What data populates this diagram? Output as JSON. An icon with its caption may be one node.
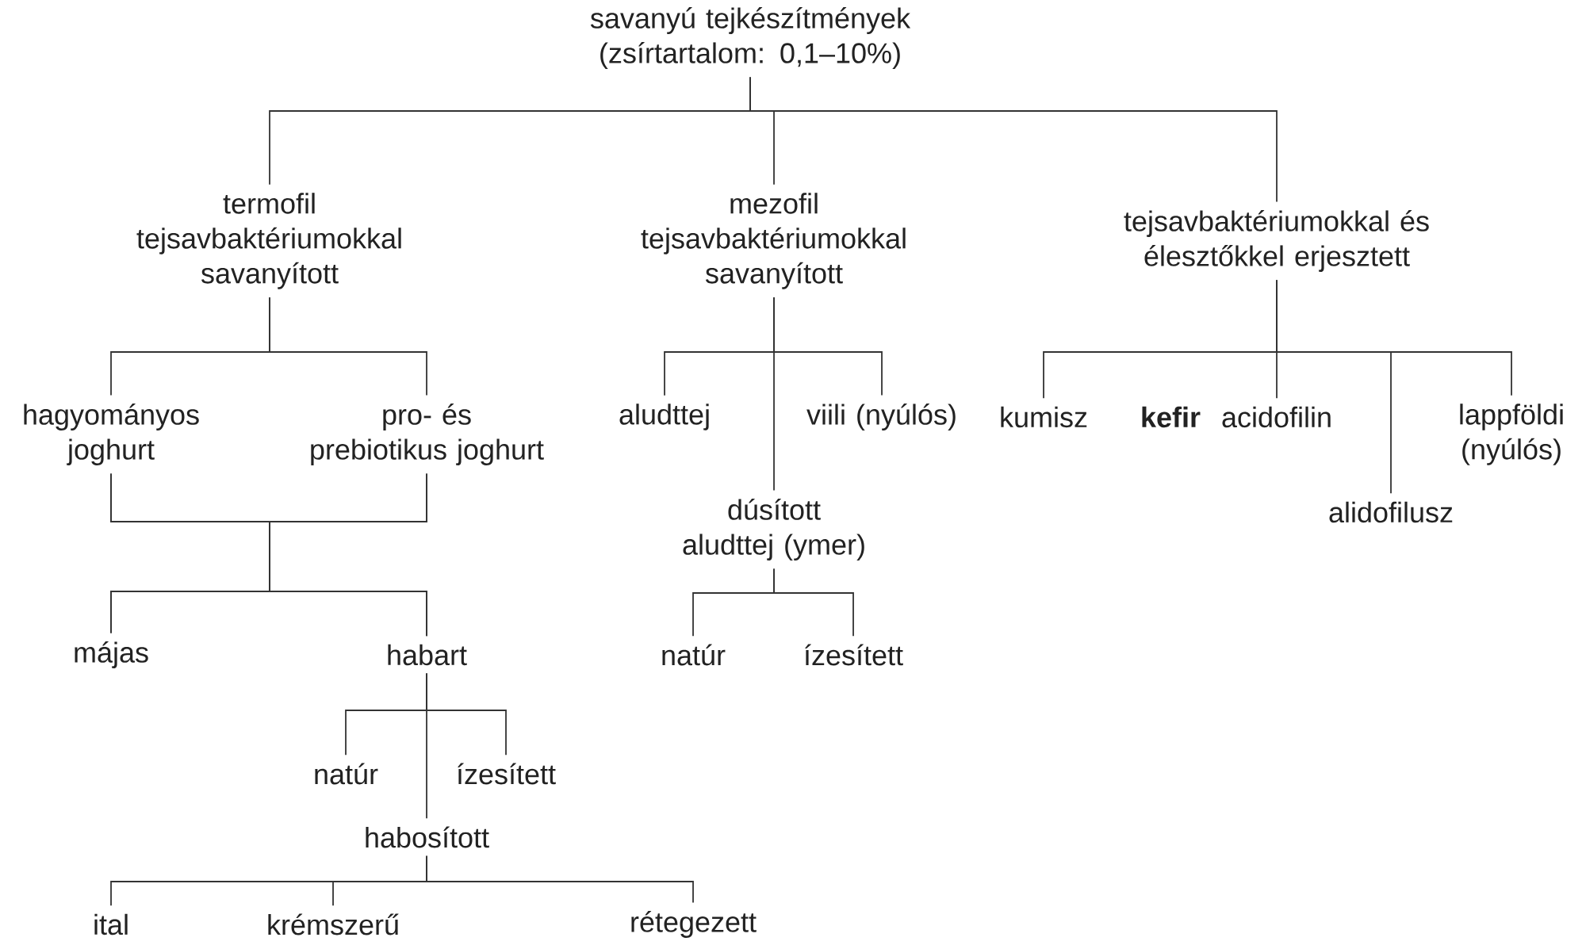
{
  "diagram": {
    "nodes": [
      {
        "text": [
          "savanyú tejkészítmények (zsírtartalom: 0,1–10%)"
        ]
      },
      {
        "text": [
          "termofil tejsavbaktériumokkal savanyított"
        ]
      },
      {
        "text": [
          "mezofil tejsavbaktériumokkal savanyított"
        ]
      },
      {
        "text": [
          "tejsavbaktériumokkal és élesztőkkel erjesztett"
        ]
      },
      {
        "text": [
          "hagyományos joghurt"
        ]
      },
      {
        "text": [
          "pro- és prebiotikus joghurt"
        ]
      },
      {
        "text": [
          "aludttej"
        ]
      },
      {
        "text": [
          "viili (nyúlós)"
        ]
      },
      {
        "text": [
          "kumisz"
        ]
      },
      {
        "text": [
          "acidofilin"
        ]
      },
      {
        "text": [
          "lappföldi (nyúlós)"
        ]
      },
      {
        "text": [
          "dúsított aludttej (ymer)"
        ]
      },
      {
        "text": [
          "alidofilusz"
        ]
      },
      {
        "text": [
          "májas"
        ]
      },
      {
        "text": [
          "habart"
        ]
      },
      {
        "text": [
          "natúr"
        ]
      },
      {
        "text": [
          "ízesített"
        ]
      },
      {
        "text": [
          "natúr"
        ]
      },
      {
        "text": [
          "ízesített"
        ]
      },
      {
        "text": [
          "habosított"
        ]
      },
      {
        "text": [
          "ital"
        ]
      },
      {
        "text": [
          "krémszerű"
        ]
      },
      {
        "text": [
          "rétegezett"
        ]
      }
    ],
    "edges": [
      {
        "from": 0,
        "to": 1,
        "arrow": "none"
      },
      {
        "from": 0,
        "to": 2,
        "arrow": "none"
      },
      {
        "from": 0,
        "to": 3,
        "arrow": "none"
      },
      {
        "from": 1,
        "to": 4,
        "arrow": "none"
      },
      {
        "from": 1,
        "to": 5,
        "arrow": "none"
      },
      {
        "from": 4,
        "to": 13,
        "arrow": "none"
      },
      {
        "from": 4,
        "to": 14,
        "arrow": "none"
      },
      {
        "from": 5,
        "to": 13,
        "arrow": "none"
      },
      {
        "from": 5,
        "to": 14,
        "arrow": "none"
      },
      {
        "from": 14,
        "to": 17,
        "arrow": "none"
      },
      {
        "from": 14,
        "to": 18,
        "arrow": "none"
      },
      {
        "from": 14,
        "to": 19,
        "arrow": "none"
      },
      {
        "from": 19,
        "to": 20,
        "arrow": "none"
      },
      {
        "from": 19,
        "to": 21,
        "arrow": "none"
      },
      {
        "from": 19,
        "to": 22,
        "arrow": "none"
      },
      {
        "from": 2,
        "to": 6,
        "arrow": "none"
      },
      {
        "from": 2,
        "to": 7,
        "arrow": "none"
      },
      {
        "from": 2,
        "to": 11,
        "arrow": "none"
      },
      {
        "from": 11,
        "to": 15,
        "arrow": "none"
      },
      {
        "from": 11,
        "to": 16,
        "arrow": "none"
      },
      {
        "from": 3,
        "to": 8,
        "arrow": "none"
      },
      {
        "from": 3,
        "to": 9,
        "arrow": "none"
      },
      {
        "from": 3,
        "to": 12,
        "arrow": "none"
      },
      {
        "from": 3,
        "to": 10,
        "arrow": "none"
      }
    ],
    "labels": [
      "kefir"
    ]
  }
}
